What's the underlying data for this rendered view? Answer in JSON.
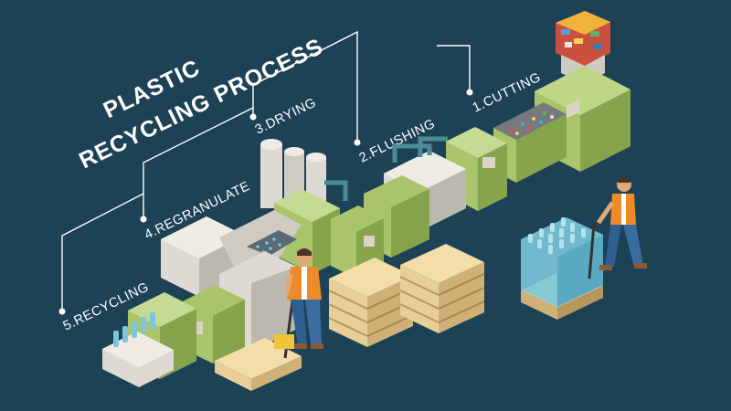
{
  "title": {
    "line1": "PLASTIC",
    "line2": "RECYCLING PROCESS"
  },
  "steps": [
    {
      "label": "1.CUTTING"
    },
    {
      "label": "2.FLUSHING"
    },
    {
      "label": "3.DRYING"
    },
    {
      "label": "4.REGRANULATE"
    },
    {
      "label": "5.RECYCLING"
    }
  ],
  "colors": {
    "background": "#1d4256",
    "machine_green": "#a9c46a",
    "machine_green_dark": "#86a44c",
    "machine_grey": "#dedad3",
    "pallet_wood": "#e8cf97",
    "worker_vest": "#ef8a2a",
    "bottle_blue": "#7cc6dc",
    "line": "#ffffff"
  }
}
